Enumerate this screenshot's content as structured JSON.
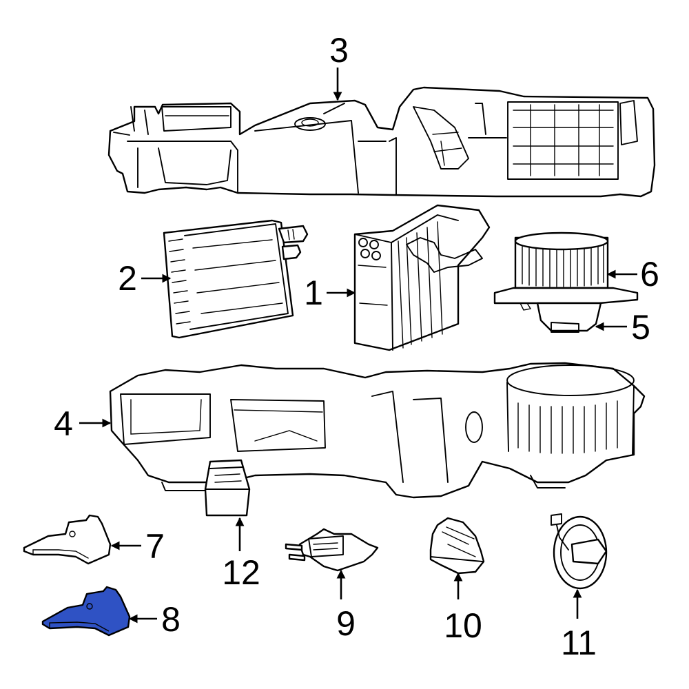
{
  "diagram": {
    "highlight_color": "#2f52c4",
    "highlighted_callout": "8",
    "callouts": {
      "c1": "1",
      "c2": "2",
      "c3": "3",
      "c4": "4",
      "c5": "5",
      "c6": "6",
      "c7": "7",
      "c8": "8",
      "c9": "9",
      "c10": "10",
      "c11": "11",
      "c12": "12"
    }
  }
}
